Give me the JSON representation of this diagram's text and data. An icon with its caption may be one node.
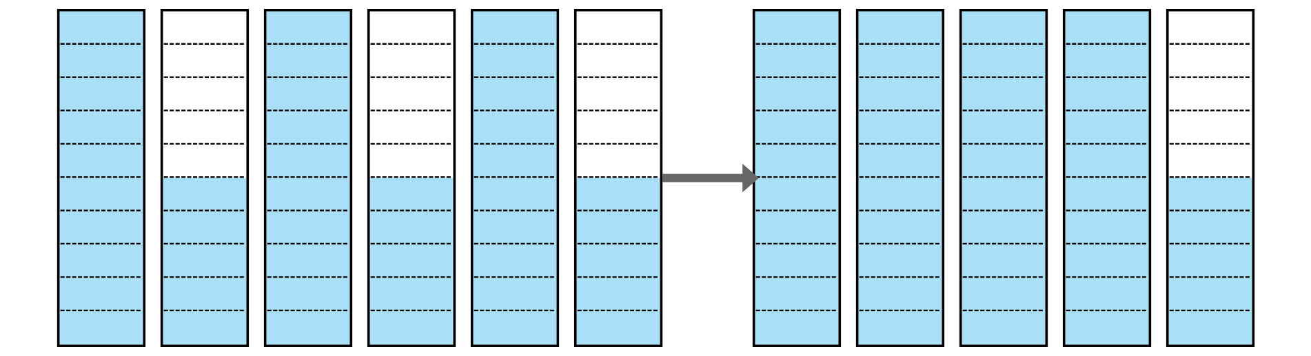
{
  "diagram": {
    "nodes": [
      {
        "text": [],
        "shape": "bar"
      },
      {
        "text": [],
        "shape": "bar"
      },
      {
        "text": [],
        "shape": "bar"
      },
      {
        "text": [],
        "shape": "bar"
      },
      {
        "text": [],
        "shape": "bar"
      },
      {
        "text": [],
        "shape": "bar"
      },
      {
        "text": [],
        "shape": "bar"
      },
      {
        "text": [],
        "shape": "bar"
      },
      {
        "text": [],
        "shape": "bar"
      },
      {
        "text": [],
        "shape": "bar"
      },
      {
        "text": [],
        "shape": "bar"
      }
    ],
    "edges": [
      {
        "from": 5,
        "to": 6,
        "arrow": "to"
      }
    ]
  }
}
